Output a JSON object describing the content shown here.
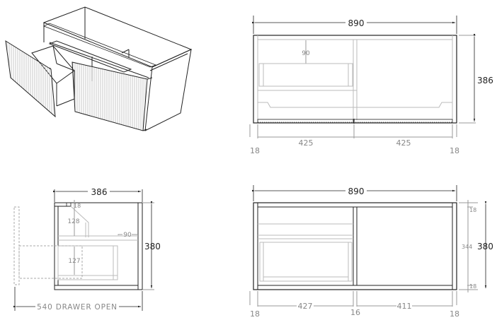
{
  "drawing": {
    "iso_view": {
      "label": "isometric-cabinet-view"
    },
    "front_view": {
      "overall_width": "890",
      "overall_height": "386",
      "drawer_gap": "90",
      "left_panel": "18",
      "right_panel": "18",
      "left_door_width": "425",
      "right_door_width": "425"
    },
    "side_view": {
      "overall_depth": "386",
      "overall_height": "380",
      "top_rail": "18",
      "upper_gap": "128",
      "drawer_height": "127",
      "drawer_offset": "90",
      "drawer_open": "540 DRAWER OPEN"
    },
    "front_no_doors_view": {
      "overall_width": "890",
      "overall_height": "380",
      "inner_height": "344",
      "top_panel": "18",
      "bottom_panel": "18",
      "left_panel": "18",
      "middle_divider": "16",
      "right_panel": "18",
      "left_bay": "427",
      "right_bay": "411"
    }
  },
  "colors": {
    "line": "#222222",
    "hidden_line": "#bbbbbb",
    "dim_text": "#222222",
    "dim_text_light": "#888888"
  }
}
